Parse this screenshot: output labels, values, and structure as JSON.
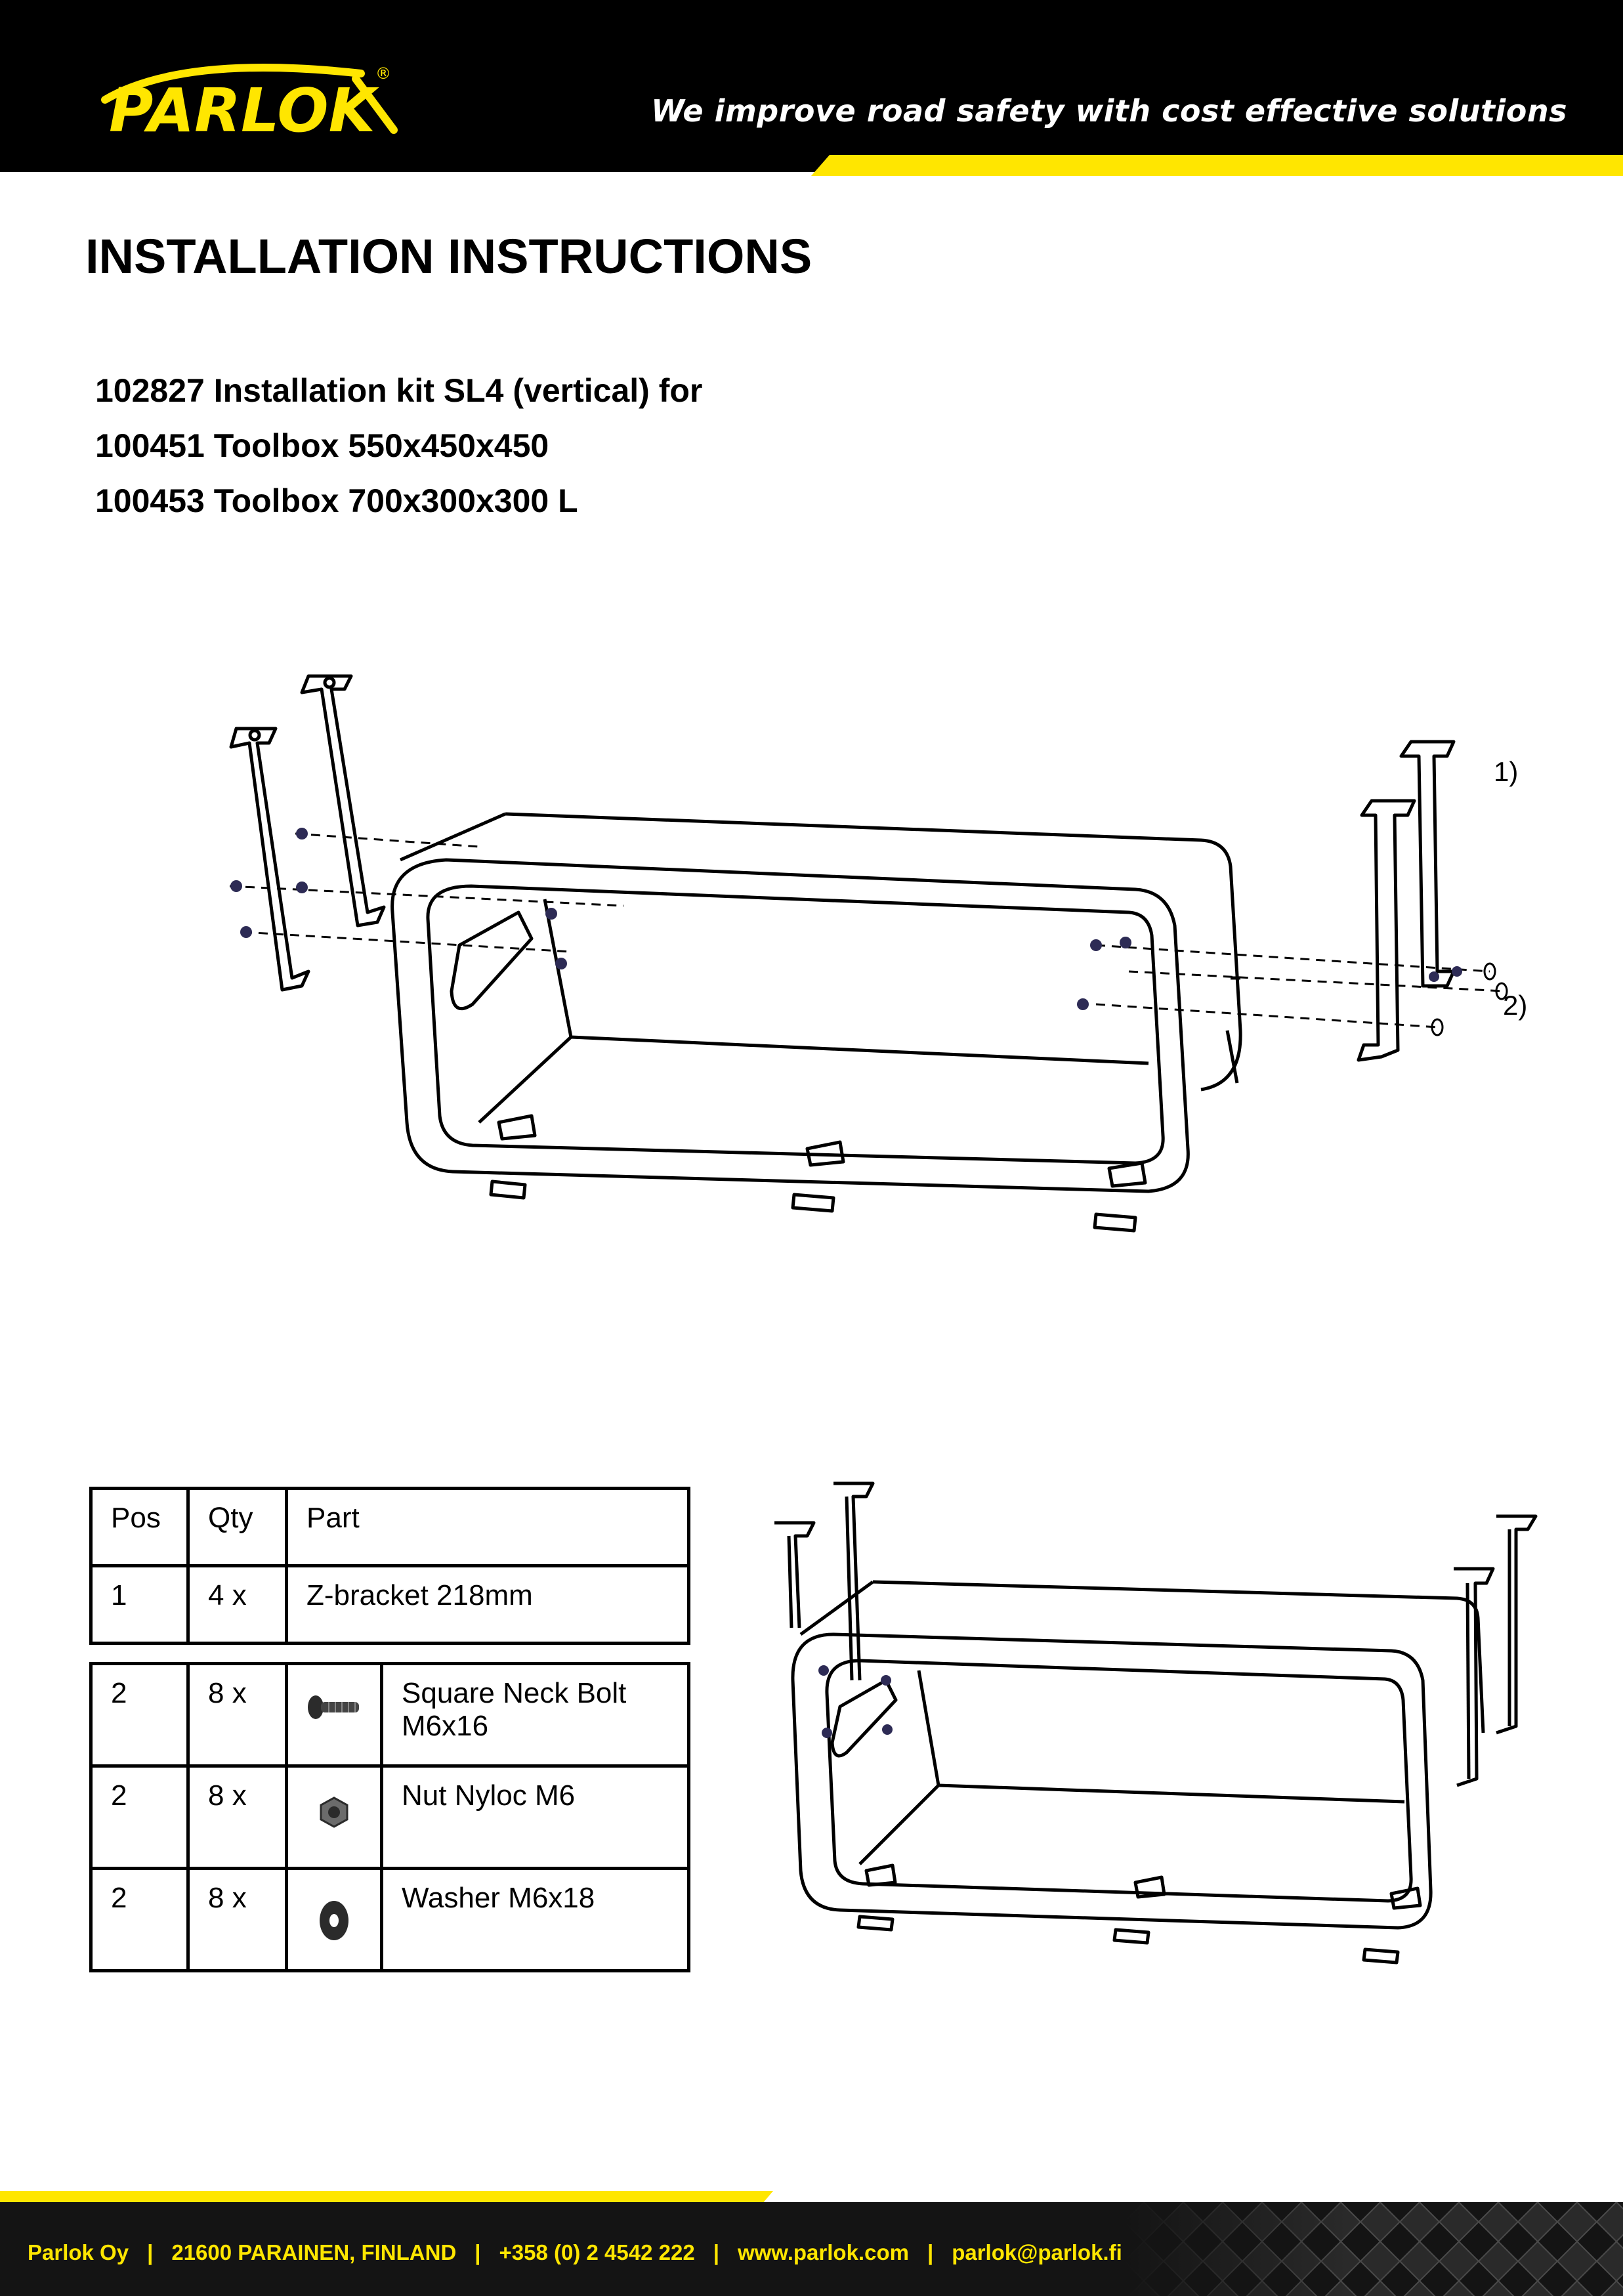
{
  "header": {
    "logo_text": "PARLOK",
    "registered_mark": "®",
    "slogan": "We improve road safety with cost effective solutions"
  },
  "title": "INSTALLATION INSTRUCTIONS",
  "kit_lines": [
    "102827 Installation kit SL4 (vertical) for",
    "100451 Toolbox 550x450x450",
    "100453 Toolbox 700x300x300 L"
  ],
  "callouts": [
    "1)",
    "2)"
  ],
  "parts_table": {
    "headers": [
      "Pos",
      "Qty",
      "Part"
    ],
    "bracket_row": {
      "pos": "1",
      "qty": "4 x",
      "part": "Z-bracket 218mm"
    },
    "hardware_rows": [
      {
        "pos": "2",
        "qty": "8 x",
        "icon": "bolt-icon",
        "part": "Square Neck Bolt M6x16"
      },
      {
        "pos": "2",
        "qty": "8 x",
        "icon": "nut-icon",
        "part": "Nut Nyloc M6"
      },
      {
        "pos": "2",
        "qty": "8 x",
        "icon": "washer-icon",
        "part": "Washer M6x18"
      }
    ]
  },
  "footer": {
    "company": "Parlok Oy",
    "address": "21600 PARAINEN, FINLAND",
    "phone": "+358 (0) 2 4542 222",
    "website": "www.parlok.com",
    "email": "parlok@parlok.fi",
    "separator": "|"
  },
  "colors": {
    "brand_yellow": "#ffe600",
    "header_black": "#000000"
  }
}
